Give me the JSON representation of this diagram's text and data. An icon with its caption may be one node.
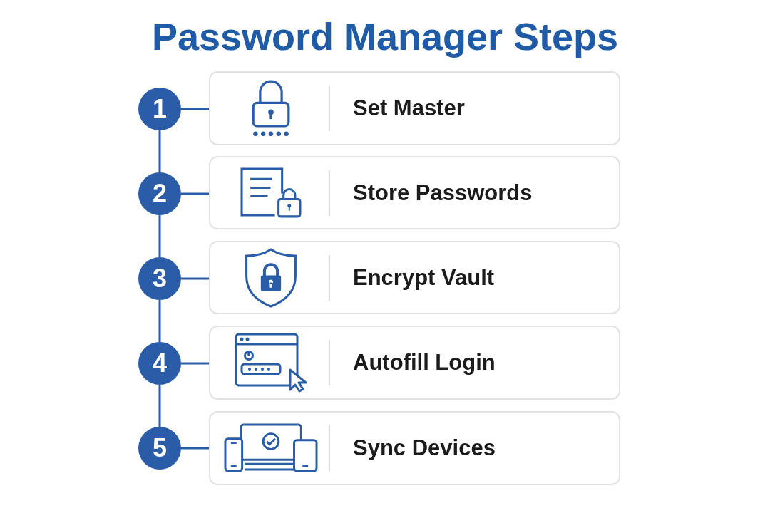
{
  "diagram": {
    "title": "Password Manager Steps",
    "nodes": [
      {
        "text": [
          "1"
        ]
      },
      {
        "text": [
          "Set Master"
        ]
      },
      {
        "text": [
          "2"
        ]
      },
      {
        "text": [
          "Store Passwords"
        ]
      },
      {
        "text": [
          "3"
        ]
      },
      {
        "text": [
          "Encrypt Vault"
        ]
      },
      {
        "text": [
          "4"
        ]
      },
      {
        "text": [
          "Autofill Login"
        ]
      },
      {
        "text": [
          "5"
        ]
      },
      {
        "text": [
          "Sync Devices"
        ]
      }
    ],
    "edges": [
      {
        "from": 0,
        "to": 1,
        "arrow": "none"
      },
      {
        "from": 0,
        "to": 2,
        "arrow": "none"
      },
      {
        "from": 2,
        "to": 3,
        "arrow": "none"
      },
      {
        "from": 2,
        "to": 4,
        "arrow": "none"
      },
      {
        "from": 4,
        "to": 5,
        "arrow": "none"
      },
      {
        "from": 4,
        "to": 6,
        "arrow": "none"
      },
      {
        "from": 6,
        "to": 7,
        "arrow": "none"
      },
      {
        "from": 6,
        "to": 8,
        "arrow": "none"
      },
      {
        "from": 8,
        "to": 9,
        "arrow": "none"
      }
    ]
  }
}
